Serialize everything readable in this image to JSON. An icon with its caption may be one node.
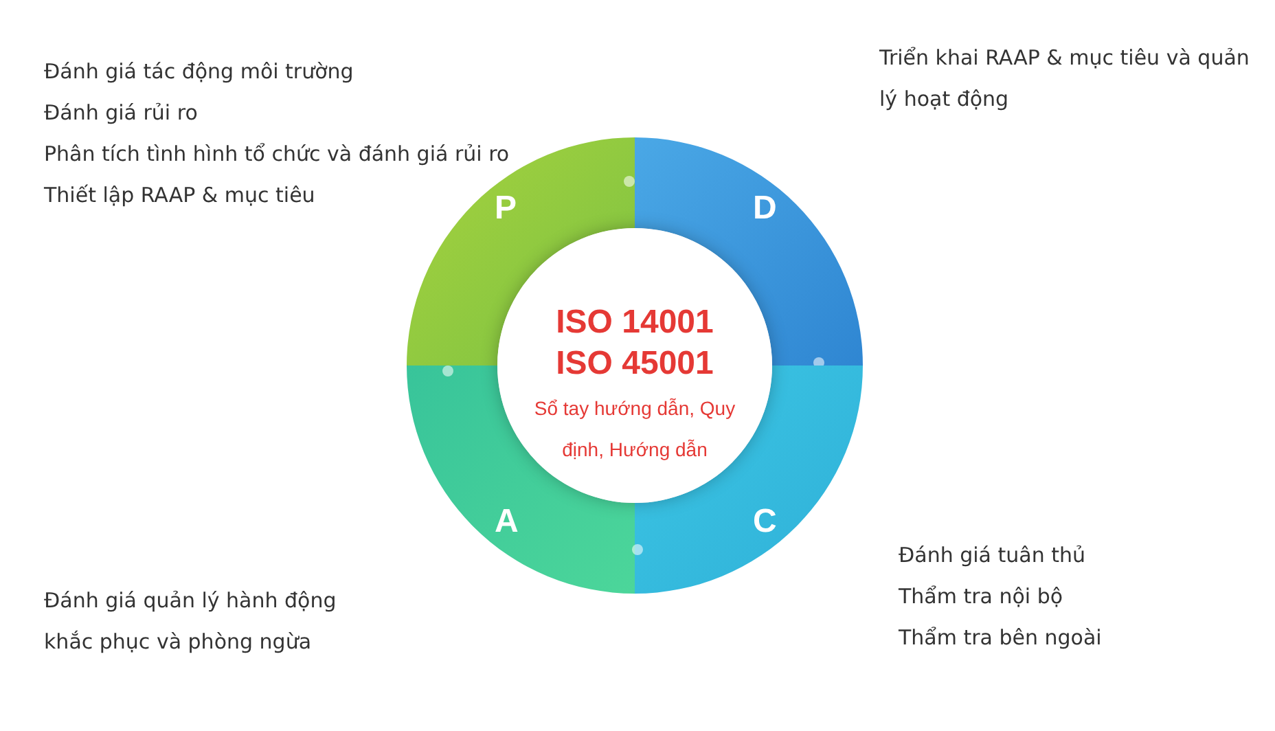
{
  "diagram": {
    "nodes": [
      {
        "text": [
          "P"
        ],
        "beside": [
          "Đánh giá tác động môi trường",
          "Đánh giá rủi ro",
          "Phân tích tình hình tổ chức và đánh giá rủi ro",
          "Thiết lập RAAP & mục tiêu"
        ]
      },
      {
        "text": [
          "D"
        ],
        "beside": [
          "Triển khai RAAP & mục tiêu và quản lý hoạt động"
        ]
      },
      {
        "text": [
          "ISO 14001",
          "ISO 45001",
          "Sổ tay hướng dẫn, Quy định, Hướng dẫn"
        ]
      },
      {
        "text": [
          "A"
        ],
        "beside": [
          "Đánh giá quản lý hành động khắc phục và phòng ngừa"
        ]
      },
      {
        "text": [
          "C"
        ],
        "beside": [
          "Đánh giá tuân thủ",
          "Thẩm tra nội bộ",
          "Thẩm tra bên ngoài"
        ]
      }
    ]
  }
}
